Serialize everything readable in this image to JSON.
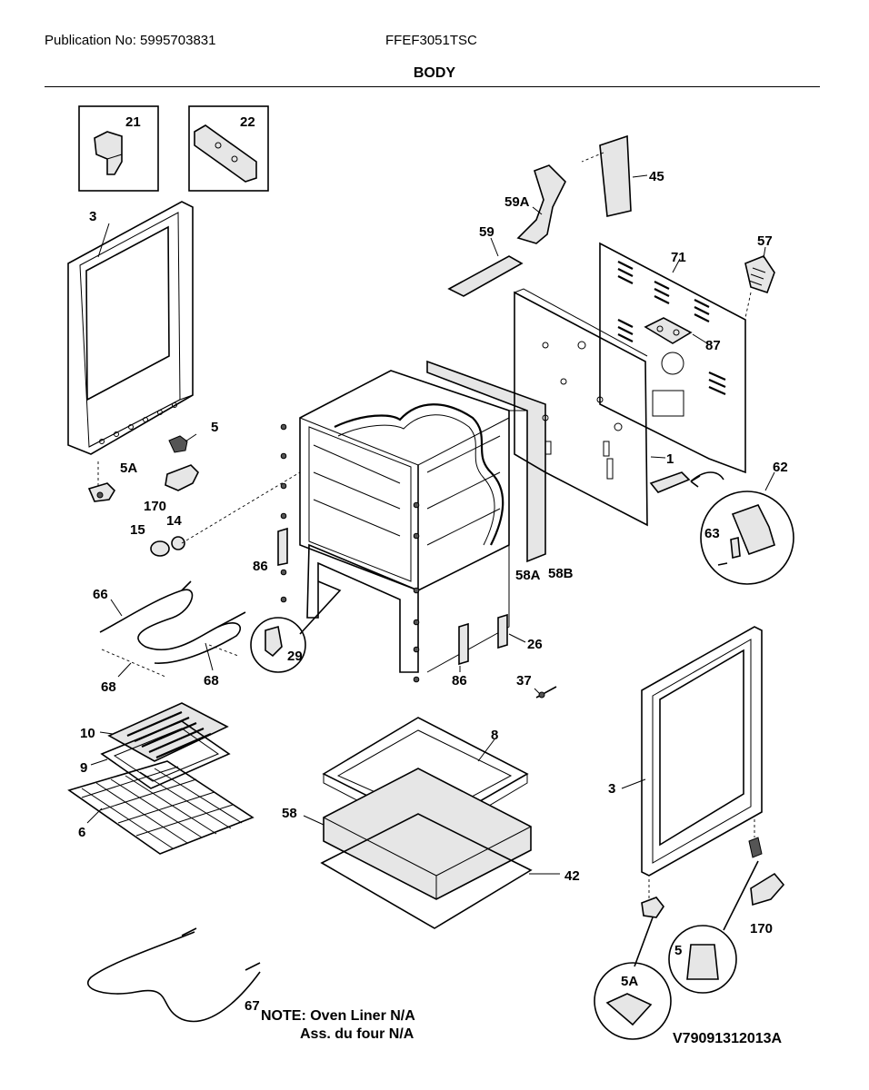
{
  "header": {
    "publication": "Publication No: 5995703831",
    "model": "FFEF3051TSC",
    "section_title": "BODY"
  },
  "labels": {
    "p21": "21",
    "p22": "22",
    "p3a": "3",
    "p45": "45",
    "p59A": "59A",
    "p59": "59",
    "p71": "71",
    "p57": "57",
    "p87": "87",
    "p5a": "5",
    "p5Aa": "5A",
    "p170a": "170",
    "p14": "14",
    "p15": "15",
    "p1": "1",
    "p62": "62",
    "p63": "63",
    "p86a": "86",
    "p58A": "58A",
    "p58B": "58B",
    "p66": "66",
    "p29": "29",
    "p26": "26",
    "p68a": "68",
    "p68b": "68",
    "p86b": "86",
    "p37": "37",
    "p10": "10",
    "p8": "8",
    "p9": "9",
    "p3b": "3",
    "p6": "6",
    "p58": "58",
    "p42": "42",
    "p170b": "170",
    "p5b": "5",
    "p5Ab": "5A",
    "p67": "67"
  },
  "note": {
    "line1": "NOTE: Oven Liner N/A",
    "line2": "Ass. du four N/A"
  },
  "footer": {
    "diagram_code": "V79091312013A"
  }
}
